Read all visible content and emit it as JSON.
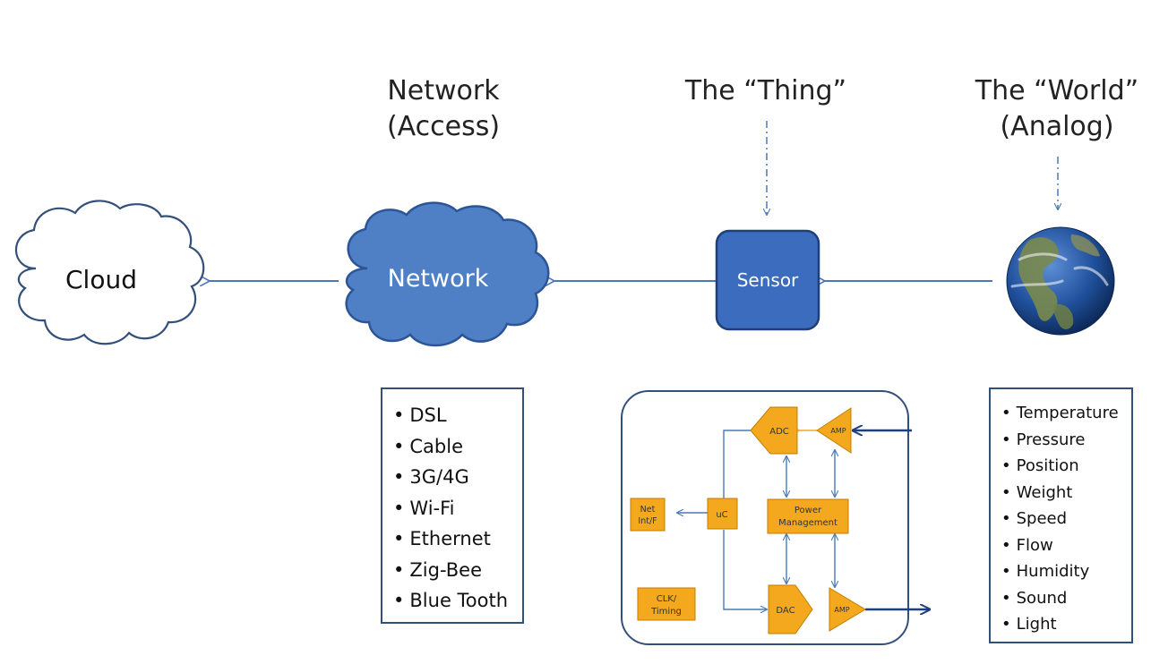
{
  "headings": {
    "network": [
      "Network",
      "(Access)"
    ],
    "thing": [
      "The “Thing”"
    ],
    "world": [
      "The “World”",
      "(Analog)"
    ]
  },
  "nodes": {
    "cloud": "Cloud",
    "network": "Network",
    "sensor": "Sensor"
  },
  "network_types": [
    "DSL",
    "Cable",
    "3G/4G",
    "Wi-Fi",
    "Ethernet",
    "Zig-Bee",
    "Blue Tooth"
  ],
  "measurements": [
    "Temperature",
    "Pressure",
    "Position",
    "Weight",
    "Speed",
    "Flow",
    "Humidity",
    "Sound",
    "Light"
  ],
  "sensor_detail": {
    "adc": "ADC",
    "amp_in": "AMP",
    "amp_out": "AMP",
    "dac": "DAC",
    "uc": "uC",
    "net_if": [
      "Net",
      "Int/F"
    ],
    "power": [
      "Power",
      "Management"
    ],
    "clk": [
      "CLK/",
      "Timing"
    ]
  },
  "colors": {
    "network_fill": "#4f7fc4",
    "sensor_fill": "#3b6cbd",
    "block_fill": "#f3a81e",
    "line": "#4a78b8",
    "ocean": "#1f4f9a"
  },
  "icons": {
    "world": "earth-globe-icon",
    "cloud": "cloud-outline-icon",
    "network": "network-cloud-icon"
  }
}
